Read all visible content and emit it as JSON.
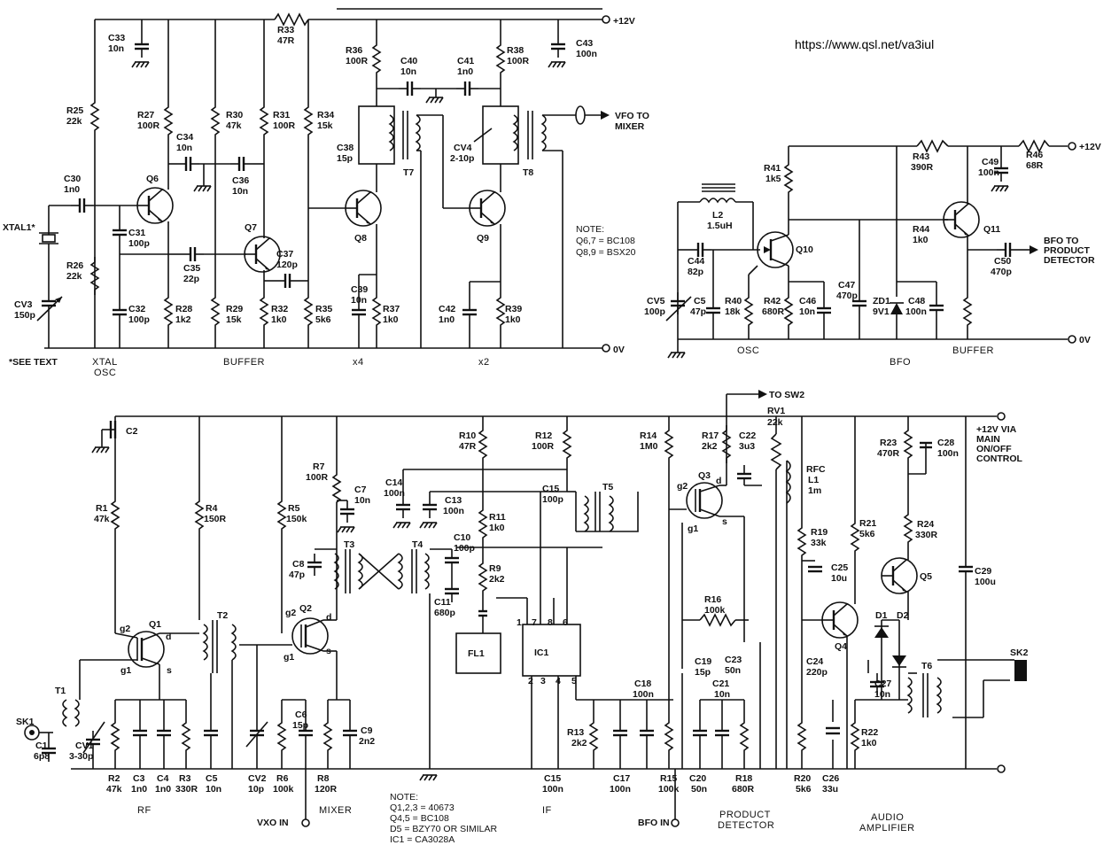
{
  "url": "https://www.qsl.net/va3iul",
  "top_left": {
    "rails": {
      "plus12": "+12V",
      "zero": "0V"
    },
    "crystal": {
      "name": "XTAL1*",
      "cv": "CV3",
      "cv_val": "150p",
      "see_text": "*SEE TEXT"
    },
    "components": [
      {
        "n": "C33",
        "v": "10n"
      },
      {
        "n": "R33",
        "v": "47R"
      },
      {
        "n": "R25",
        "v": "22k"
      },
      {
        "n": "R27",
        "v": "100R"
      },
      {
        "n": "R30",
        "v": "47k"
      },
      {
        "n": "R31",
        "v": "100R"
      },
      {
        "n": "R34",
        "v": "15k"
      },
      {
        "n": "C34",
        "v": "10n"
      },
      {
        "n": "C36",
        "v": "10n"
      },
      {
        "n": "C30",
        "v": "1n0"
      },
      {
        "n": "C31",
        "v": "100p"
      },
      {
        "n": "C35",
        "v": "22p"
      },
      {
        "n": "C37",
        "v": "120p"
      },
      {
        "n": "R26",
        "v": "22k"
      },
      {
        "n": "C32",
        "v": "100p"
      },
      {
        "n": "R28",
        "v": "1k2"
      },
      {
        "n": "R29",
        "v": "15k"
      },
      {
        "n": "R32",
        "v": "1k0"
      },
      {
        "n": "R35",
        "v": "5k6"
      },
      {
        "n": "R36",
        "v": "100R"
      },
      {
        "n": "C40",
        "v": "10n"
      },
      {
        "n": "C41",
        "v": "1n0"
      },
      {
        "n": "R38",
        "v": "100R"
      },
      {
        "n": "C43",
        "v": "100n"
      },
      {
        "n": "C38",
        "v": "15p"
      },
      {
        "n": "CV4",
        "v": "2-10p"
      },
      {
        "n": "C39",
        "v": "10n"
      },
      {
        "n": "R37",
        "v": "1k0"
      },
      {
        "n": "C42",
        "v": "1n0"
      },
      {
        "n": "R39",
        "v": "1k0"
      }
    ],
    "transistors": [
      "Q6",
      "Q7",
      "Q8",
      "Q9"
    ],
    "transformers": [
      "T7",
      "T8"
    ],
    "vfo_out": "VFO TO MIXER",
    "note": [
      "NOTE:",
      "Q6,7 = BC108",
      "Q8,9 = BSX20"
    ],
    "sections": [
      "XTAL OSC",
      "BUFFER",
      "x4",
      "x2"
    ]
  },
  "top_right": {
    "rails": {
      "plus12": "+12V",
      "zero": "0V"
    },
    "components": [
      {
        "n": "R43",
        "v": "390R"
      },
      {
        "n": "R46",
        "v": "68R"
      },
      {
        "n": "C49",
        "v": "100n"
      },
      {
        "n": "R41",
        "v": "1k5"
      },
      {
        "n": "L2",
        "v": "1.5uH"
      },
      {
        "n": "R44",
        "v": "1k0"
      },
      {
        "n": "C44",
        "v": "82p"
      },
      {
        "n": "C50",
        "v": "470p"
      },
      {
        "n": "CV5",
        "v": "100p"
      },
      {
        "n": "C5",
        "v": "47p"
      },
      {
        "n": "R40",
        "v": "18k"
      },
      {
        "n": "R42",
        "v": "680R"
      },
      {
        "n": "C46",
        "v": "10n"
      },
      {
        "n": "C47",
        "v": "470p"
      },
      {
        "n": "ZD1",
        "v": "9V1"
      },
      {
        "n": "C48",
        "v": "100n"
      }
    ],
    "transistors": [
      "Q10",
      "Q11"
    ],
    "bfo_out": "BFO TO PRODUCT DETECTOR",
    "sections": [
      "OSC",
      "BFO",
      "BUFFER"
    ]
  },
  "bottom": {
    "to_sw2": "TO SW2",
    "supply": [
      "+12V VIA",
      "MAIN",
      "ON/OFF",
      "CONTROL"
    ],
    "components": [
      {
        "n": "C2",
        "v": ""
      },
      {
        "n": "R1",
        "v": "47k"
      },
      {
        "n": "R4",
        "v": "150R"
      },
      {
        "n": "R5",
        "v": "150k"
      },
      {
        "n": "R7",
        "v": "100R"
      },
      {
        "n": "C7",
        "v": "10n"
      },
      {
        "n": "C8",
        "v": "47p"
      },
      {
        "n": "R10",
        "v": "47R"
      },
      {
        "n": "R12",
        "v": "100R"
      },
      {
        "n": "C14",
        "v": "100n"
      },
      {
        "n": "C13",
        "v": "100n"
      },
      {
        "n": "R11",
        "v": "1k0"
      },
      {
        "n": "C10",
        "v": "100p"
      },
      {
        "n": "R9",
        "v": "2k2"
      },
      {
        "n": "C11",
        "v": "680p"
      },
      {
        "n": "C15",
        "v": "100p"
      },
      {
        "n": "R14",
        "v": "1M0"
      },
      {
        "n": "R17",
        "v": "2k2"
      },
      {
        "n": "C22",
        "v": "3u3"
      },
      {
        "n": "RV1",
        "v": "22k"
      },
      {
        "n": "RFC L1",
        "v": "1m"
      },
      {
        "n": "R19",
        "v": "33k"
      },
      {
        "n": "C25",
        "v": "10u"
      },
      {
        "n": "R21",
        "v": "5k6"
      },
      {
        "n": "R23",
        "v": "470R"
      },
      {
        "n": "C28",
        "v": "100n"
      },
      {
        "n": "R24",
        "v": "330R"
      },
      {
        "n": "C29",
        "v": "100u"
      },
      {
        "n": "R16",
        "v": "100k"
      },
      {
        "n": "C19",
        "v": "15p"
      },
      {
        "n": "C23",
        "v": "50n"
      },
      {
        "n": "C21",
        "v": "10n"
      },
      {
        "n": "C24",
        "v": "220p"
      },
      {
        "n": "C27",
        "v": "10n"
      },
      {
        "n": "R22",
        "v": "1k0"
      },
      {
        "n": "C18",
        "v": "100n"
      },
      {
        "n": "R13",
        "v": "2k2"
      },
      {
        "n": "C6",
        "v": "15p"
      },
      {
        "n": "C9",
        "v": "2n2"
      },
      {
        "n": "SK1",
        "v": ""
      },
      {
        "n": "C1",
        "v": "6p8"
      },
      {
        "n": "CV1",
        "v": "3-30p"
      },
      {
        "n": "R2",
        "v": "47k"
      },
      {
        "n": "C3",
        "v": "1n0"
      },
      {
        "n": "C4",
        "v": "1n0"
      },
      {
        "n": "R3",
        "v": "330R"
      },
      {
        "n": "C5",
        "v": "10n"
      },
      {
        "n": "CV2",
        "v": "10p"
      },
      {
        "n": "R6",
        "v": "100k"
      },
      {
        "n": "R8",
        "v": "120R"
      },
      {
        "n": "C15",
        "v": "100n"
      },
      {
        "n": "C17",
        "v": "100n"
      },
      {
        "n": "R15",
        "v": "100k"
      },
      {
        "n": "C20",
        "v": "50n"
      },
      {
        "n": "R18",
        "v": "680R"
      },
      {
        "n": "R20",
        "v": "5k6"
      },
      {
        "n": "C26",
        "v": "33u"
      }
    ],
    "transistors": [
      "Q1",
      "Q2",
      "Q3",
      "Q4",
      "Q5"
    ],
    "misc": [
      "T1",
      "T2",
      "T3",
      "T4",
      "T5",
      "T6",
      "FL1",
      "IC1",
      "SK2",
      "D1",
      "D2"
    ],
    "note": [
      "NOTE:",
      "Q1,2,3 = 40673",
      "Q4,5 = BC108",
      "D5 = BZY70 OR SIMILAR",
      "IC1 = CA3028A"
    ],
    "sections": [
      "RF",
      "MIXER",
      "IF",
      "PRODUCT",
      "DETECTOR",
      "AUDIO",
      "AMPLIFIER"
    ],
    "inputs": [
      "VXO IN",
      "BFO IN"
    ]
  }
}
